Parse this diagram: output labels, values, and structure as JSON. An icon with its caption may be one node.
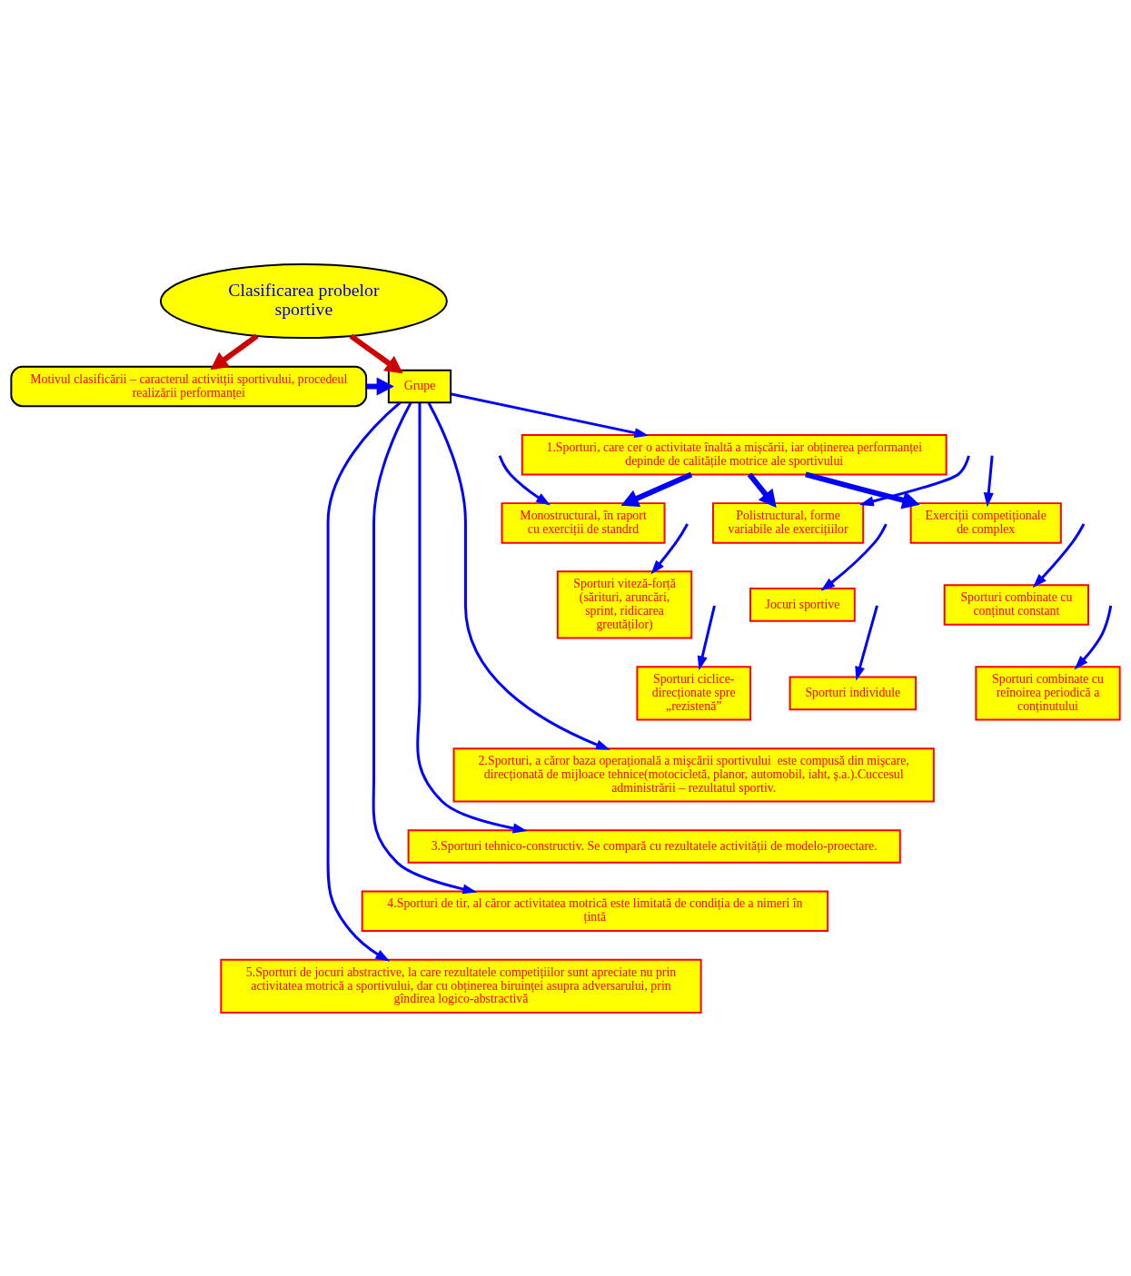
{
  "diagram": {
    "nodes": [
      {
        "text": [
          "Clasificarea probelor sportive"
        ]
      },
      {
        "text": [
          "Grupe"
        ]
      },
      {
        "text": [
          "Motivul clasificării – caracterul activitții sportivului, procedeul realizării performanței"
        ]
      },
      {
        "text": [
          "1.Sporturi, care cer o activitate înaltă a mişcării, iar obținerea performanței depinde de calitățile motrice ale sportivului"
        ]
      },
      {
        "text": [
          "Monostructural, în raport cu exerciții de standrd"
        ]
      },
      {
        "text": [
          "Polistructural, forme variabile ale exercițiilor"
        ]
      },
      {
        "text": [
          "Exerciții competiționale de complex"
        ]
      },
      {
        "text": [
          "Sporturi viteză-forță (sărituri, aruncări, sprint, ridicarea greutăților)"
        ]
      },
      {
        "text": [
          "Jocuri sportive"
        ]
      },
      {
        "text": [
          "Sporturi combinate cu conținut constant"
        ]
      },
      {
        "text": [
          "Sporturi ciclice-direcționate spre „rezistenă”"
        ]
      },
      {
        "text": [
          "Sporturi individule"
        ]
      },
      {
        "text": [
          "Sporturi combinate cu reînoirea periodică a conținutului"
        ]
      },
      {
        "text": [
          "2.Sporturi, a căror baza operațională a mişcării sportivului  este compusă din mişcare, direcționată de mijloace tehnice(motocicletă, planor, automobil, iaht, ş.a.).Cuccesul administrării – rezultatul sportiv."
        ]
      },
      {
        "text": [
          "3.Sporturi tehnico-constructiv. Se compară cu rezultatele activității de modelo-proectare."
        ]
      },
      {
        "text": [
          "4.Sporturi de tir, al căror activitatea motrică este limitată de condiția de a nimeri în țintă"
        ]
      },
      {
        "text": [
          "5.Sporturi de jocuri abstractive, la care rezultatele competițiilor sunt apreciate nu prin activitatea motrică a sportivului, dar cu obținerea biruinței asupra adversarului, prin gîndirea logico-abstractivă"
        ]
      }
    ],
    "edges": [
      {
        "from": 0,
        "to": 1,
        "arrow": "to",
        "style": "thick",
        "color": "#cc0000"
      },
      {
        "from": 0,
        "to": 2,
        "arrow": "to",
        "style": "thick",
        "color": "#cc0000"
      },
      {
        "from": 2,
        "to": 1,
        "arrow": "to",
        "style": "thick"
      },
      {
        "from": 1,
        "to": 3,
        "arrow": "to"
      },
      {
        "from": 3,
        "to": 4,
        "arrow": "to",
        "style": "thick"
      },
      {
        "from": 3,
        "to": 5,
        "arrow": "to",
        "style": "thick"
      },
      {
        "from": 3,
        "to": 6,
        "arrow": "to",
        "style": "thick"
      },
      {
        "from": null,
        "to": 4,
        "arrow": "to"
      },
      {
        "from": null,
        "to": 7,
        "arrow": "to"
      },
      {
        "from": null,
        "to": 10,
        "arrow": "to"
      },
      {
        "from": null,
        "to": 5,
        "arrow": "to"
      },
      {
        "from": null,
        "to": 8,
        "arrow": "to"
      },
      {
        "from": null,
        "to": 11,
        "arrow": "to"
      },
      {
        "from": null,
        "to": 6,
        "arrow": "to"
      },
      {
        "from": null,
        "to": 9,
        "arrow": "to"
      },
      {
        "from": null,
        "to": 12,
        "arrow": "to"
      },
      {
        "from": 1,
        "to": 13,
        "arrow": "to"
      },
      {
        "from": 1,
        "to": 14,
        "arrow": "to"
      },
      {
        "from": 1,
        "to": 15,
        "arrow": "to"
      },
      {
        "from": 1,
        "to": 16,
        "arrow": "to"
      }
    ]
  }
}
